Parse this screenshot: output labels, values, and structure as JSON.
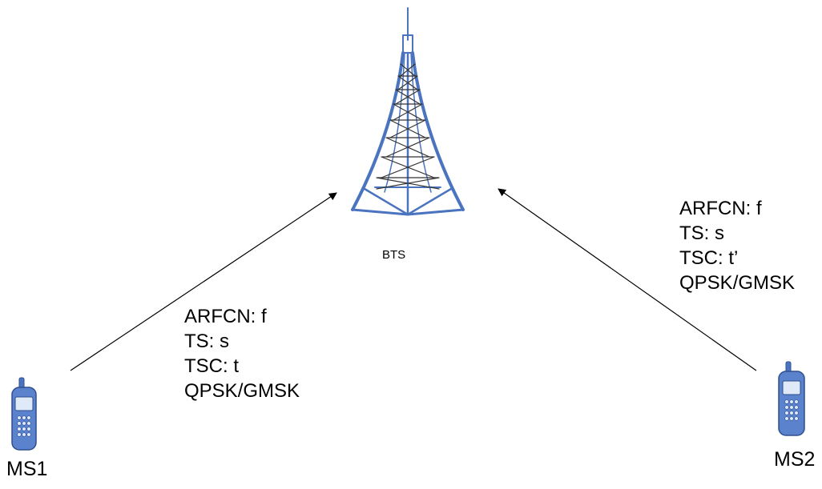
{
  "bts": {
    "label": "BTS"
  },
  "ms1": {
    "label": "MS1",
    "params": [
      "ARFCN: f",
      "TS: s",
      "TSC: t",
      "QPSK/GMSK"
    ]
  },
  "ms2": {
    "label": "MS2",
    "params": [
      "ARFCN: f",
      "TS: s",
      "TSC: t’",
      "QPSK/GMSK"
    ]
  },
  "colors": {
    "tower": "#4a74c0",
    "phone_body": "#5b82cc",
    "phone_screen": "#dfe9f7",
    "arrow": "#000000"
  },
  "icons": [
    "tower-icon",
    "phone-icon",
    "phone-icon"
  ]
}
